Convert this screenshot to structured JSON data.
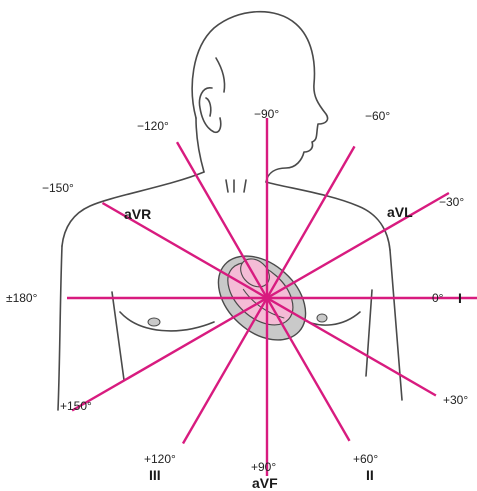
{
  "colors": {
    "axis": "#d81b7f",
    "outline": "#4a4a4a",
    "heart_fill": "#f4bcd6",
    "heart_shade": "#c9c9c9"
  },
  "angle_labels": {
    "minus120": "−120°",
    "minus90": "−90°",
    "minus60": "−60°",
    "minus150": "−150°",
    "minus30": "−30°",
    "pm180": "±180°",
    "zero": "0°",
    "plus150": "+150°",
    "plus30": "+30°",
    "plus120": "+120°",
    "plus90": "+90°",
    "plus60": "+60°"
  },
  "lead_labels": {
    "avr": "aVR",
    "avl": "aVL",
    "i": "I",
    "iii": "III",
    "avf": "aVF",
    "ii": "II"
  },
  "axes": [
    {
      "name": "axis-0-180",
      "angle_deg": 0
    },
    {
      "name": "axis-30-210",
      "angle_deg": 30
    },
    {
      "name": "axis-60-240",
      "angle_deg": 60
    },
    {
      "name": "axis-90-270",
      "angle_deg": 90
    },
    {
      "name": "axis-120-300",
      "angle_deg": 120
    },
    {
      "name": "axis-150-330",
      "angle_deg": 150
    }
  ]
}
